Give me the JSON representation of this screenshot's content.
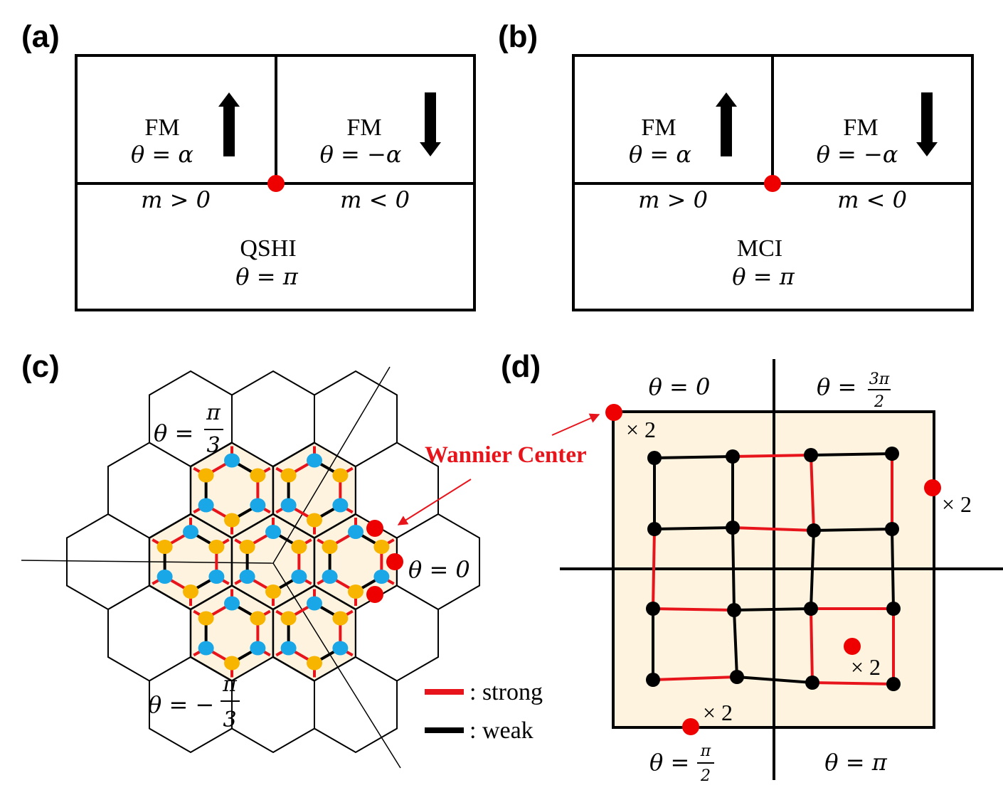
{
  "panels": {
    "a": {
      "label": "(a)",
      "left_phase": "FM",
      "left_theta": "θ = α",
      "right_phase": "FM",
      "right_theta": "θ = −α",
      "left_mass": "m > 0",
      "right_mass": "m < 0",
      "bottom_phase": "QSHI",
      "bottom_theta": "θ = π"
    },
    "b": {
      "label": "(b)",
      "left_phase": "FM",
      "left_theta": "θ = α",
      "right_phase": "FM",
      "right_theta": "θ = −α",
      "left_mass": "m > 0",
      "right_mass": "m < 0",
      "bottom_phase": "MCI",
      "bottom_theta": "θ = π"
    },
    "c": {
      "label": "(c)",
      "theta_top_prefix": "θ =",
      "theta_top_num": "π",
      "theta_top_den": "3",
      "theta_bottom_prefix": "θ = −",
      "theta_bottom_num": "π",
      "theta_bottom_den": "3",
      "theta_right": "θ = 0",
      "wannier_label": "Wannier Center",
      "legend_strong": ": strong",
      "legend_weak": ": weak"
    },
    "d": {
      "label": "(d)",
      "theta_tl": "θ = 0",
      "theta_tr_prefix": "θ =",
      "theta_tr_num": "3π",
      "theta_tr_den": "2",
      "theta_bl_prefix": "θ =",
      "theta_bl_num": "π",
      "theta_bl_den": "2",
      "theta_br": "θ = π",
      "mult": "× 2"
    }
  },
  "colors": {
    "strong_bond": "#e8141b",
    "weak_bond": "#000000",
    "wannier": "#ee0000",
    "site_blue": "#1aa7e8",
    "site_yellow": "#f7b500",
    "region_fill": "#fdf3df",
    "wannier_text": "#e8141b"
  }
}
